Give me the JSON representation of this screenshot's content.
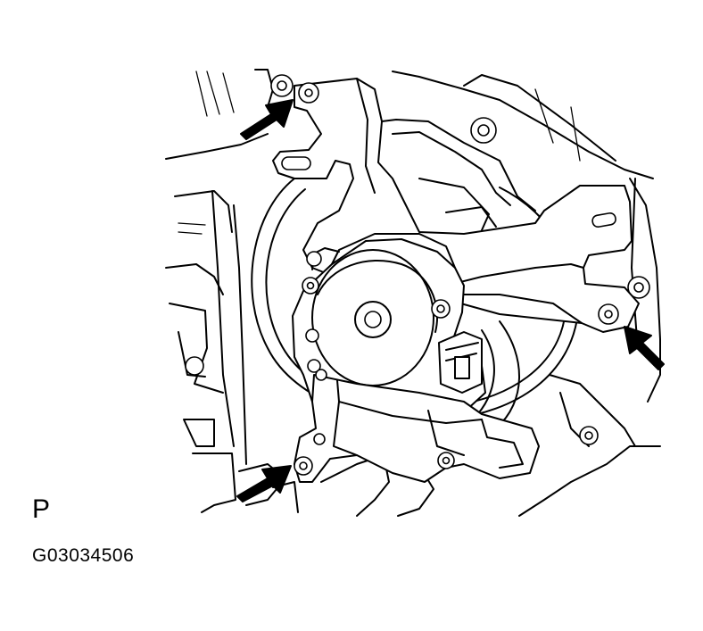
{
  "figure": {
    "view_letter": "P",
    "figure_code": "G03034506"
  },
  "callouts": [
    {
      "id": "upper-left-screw",
      "icon": "arrow-icon"
    },
    {
      "id": "right-screw",
      "icon": "arrow-icon"
    },
    {
      "id": "lower-left-screw",
      "icon": "arrow-icon"
    }
  ]
}
